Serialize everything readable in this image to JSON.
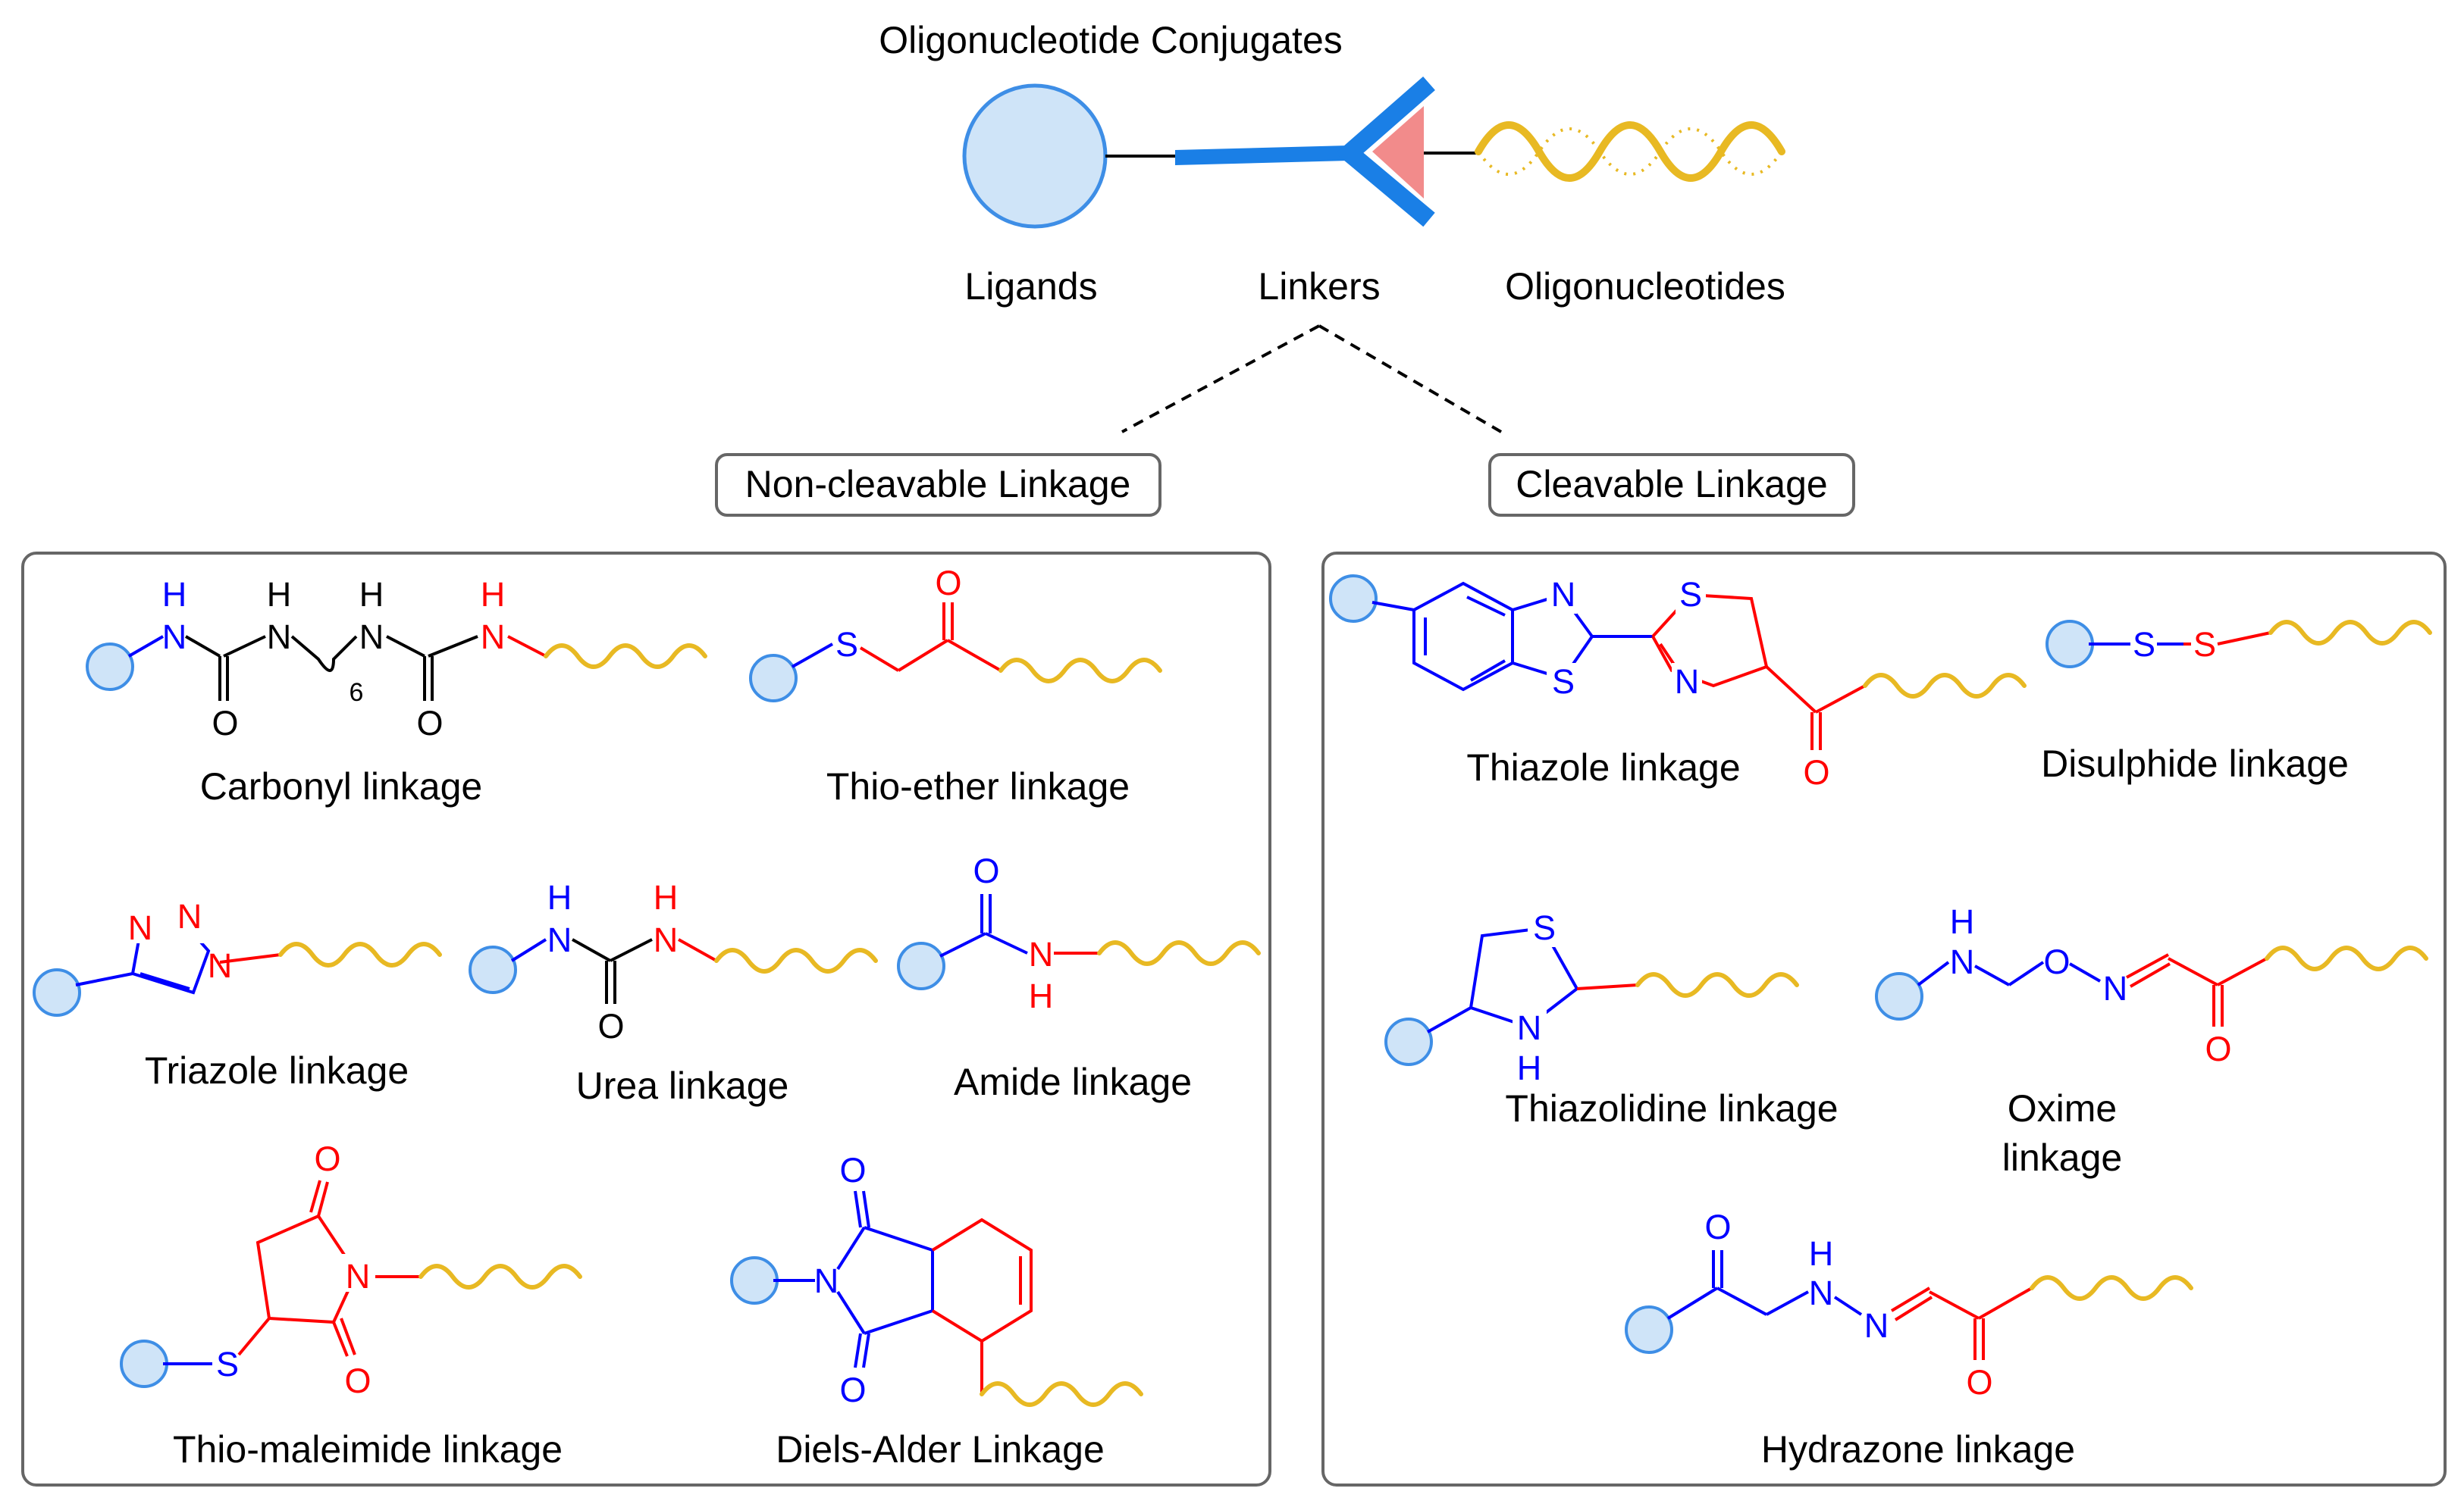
{
  "title": "Oligonucleotide Conjugates",
  "components": {
    "ligands": "Ligands",
    "linkers": "Linkers",
    "oligonucleotides": "Oligonucleotides"
  },
  "categories": {
    "non_cleavable": "Non-cleavable Linkage",
    "cleavable": "Cleavable Linkage"
  },
  "non_cleavable": {
    "carbonyl": "Carbonyl linkage",
    "thioether": "Thio-ether linkage",
    "triazole": "Triazole linkage",
    "urea": "Urea linkage",
    "amide": "Amide linkage",
    "thiomaleimide": "Thio-maleimide linkage",
    "diels_alder": "Diels-Alder Linkage"
  },
  "cleavable": {
    "thiazole": "Thiazole linkage",
    "disulphide": "Disulphide linkage",
    "thiazolidine": "Thiazolidine linkage",
    "oxime_line1": "Oxime",
    "oxime_line2": "linkage",
    "hydrazone": "Hydrazone linkage"
  },
  "atoms": {
    "N": "N",
    "H": "H",
    "O": "O",
    "S": "S",
    "six": "6"
  },
  "colors": {
    "ligand_fill": "#cfe4f8",
    "ligand_stroke": "#3e8ee6",
    "linker": "#1a7fe6",
    "oligo": "#e8b923",
    "payload": "#f28b8b",
    "blue_atom": "#0000ff",
    "red_atom": "#ff0000"
  }
}
